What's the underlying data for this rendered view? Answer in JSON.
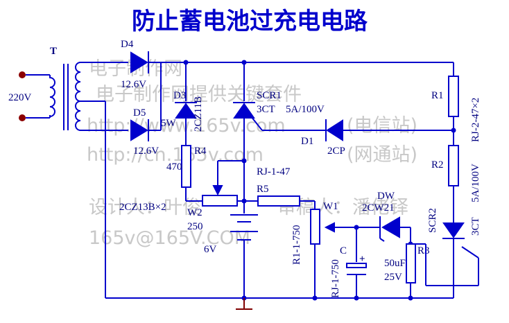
{
  "title": "防止蓄电池过充电电路",
  "watermarks": [
    "电子制作网",
    "电子制作网提供关键套件",
    "http://www.165v.com",
    "(电信站)",
    "http://cn.165v.com",
    "(网通站)",
    "设计人：叶俊",
    "审稿人：潘佬铎",
    "165v@165V.COM"
  ],
  "labels": {
    "T": "T",
    "ac_in": "220V",
    "d4": "D4",
    "d4_v": "12.6V",
    "d5": "D5",
    "d5_v": "12.6V",
    "d5_w": "5W",
    "d3": "D3",
    "d3_part": "2CZ11B",
    "scr1": "SCR1",
    "scr1_part": "3CT",
    "scr1_rating": "5A/100V",
    "d1": "D1",
    "d1_part": "2CP",
    "r1": "R1",
    "r2": "R2",
    "r12_part": "RJ-2-47×2",
    "scr2_rating": "5A/100V",
    "r4": "R4",
    "r4_val": "470",
    "rj147": "RJ-1-47",
    "r5": "R5",
    "diodes_part": "2CZ13B×2",
    "w2": "W2",
    "w2_val": "250",
    "battery": "6V",
    "w1": "W1",
    "w1_part": "R1-1-750",
    "dw": "DW",
    "dw_part": "2CW21",
    "scr2": "SCR2",
    "scr2_part": "3CT",
    "c": "C",
    "c_plus": "+",
    "c_val": "50uF",
    "c_volt": "25V",
    "r3": "R3",
    "r3_part": "RJ-1-750"
  },
  "colors": {
    "wire": "#0000cc",
    "title": "#0000cc",
    "label": "#000080",
    "terminal": "#8b0000",
    "ground": "#800000",
    "watermark": "#c8c8c8"
  }
}
